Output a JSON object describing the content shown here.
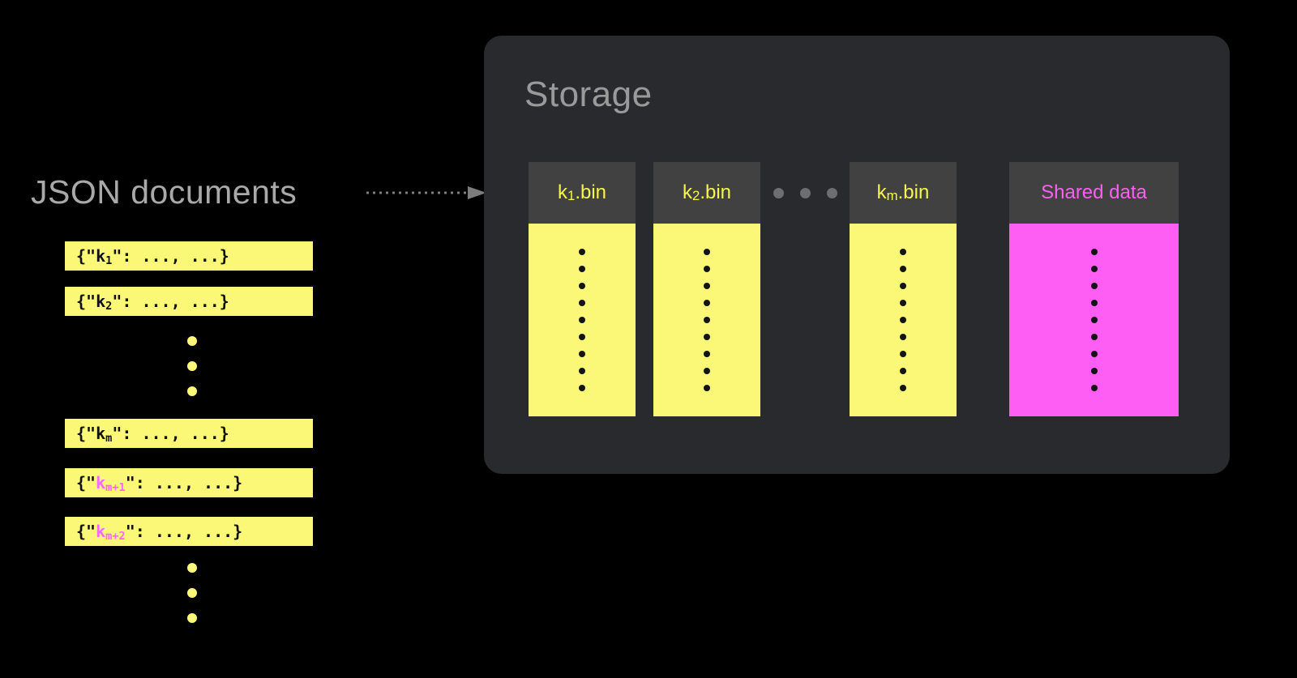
{
  "diagram": {
    "background_color": "#000000",
    "accent_yellow": "#faf876",
    "accent_pink": "#ff5ef5",
    "panel_color": "#282a2d",
    "label_color": "#a9a9a9"
  },
  "documents": {
    "label": "JSON documents",
    "items": [
      {
        "prefix": "{\"",
        "key": "k",
        "key_sub": "1",
        "suffix": "\": ...,  ...}",
        "shared": false
      },
      {
        "prefix": "{\"",
        "key": "k",
        "key_sub": "2",
        "suffix": "\": ...,  ...}",
        "shared": false
      },
      {
        "prefix": "{\"",
        "key": "k",
        "key_sub": "m",
        "suffix": "\": ...,  ...}",
        "shared": false
      },
      {
        "prefix": "{\"",
        "key": "k",
        "key_sub": "m+1",
        "suffix": "\": ...,  ...}",
        "shared": true
      },
      {
        "prefix": "{\"",
        "key": "k",
        "key_sub": "m+2",
        "suffix": "\": ...,  ...}",
        "shared": true
      }
    ],
    "ellipsis_dot_count": 3
  },
  "connector": {
    "style": "dotted-arrow",
    "color": "#7a7a7a",
    "direction": "right"
  },
  "storage": {
    "title": "Storage",
    "bins": [
      {
        "name": "k",
        "name_sub": "1",
        "suffix": ".bin",
        "shared": false,
        "dot_count": 9
      },
      {
        "name": "k",
        "name_sub": "2",
        "suffix": ".bin",
        "shared": false,
        "dot_count": 9
      },
      {
        "name": "k",
        "name_sub": "m",
        "suffix": ".bin",
        "shared": false,
        "dot_count": 9
      }
    ],
    "shared_bin": {
      "label": "Shared data",
      "shared": true,
      "dot_count": 9
    },
    "gap_dot_count": 3
  }
}
